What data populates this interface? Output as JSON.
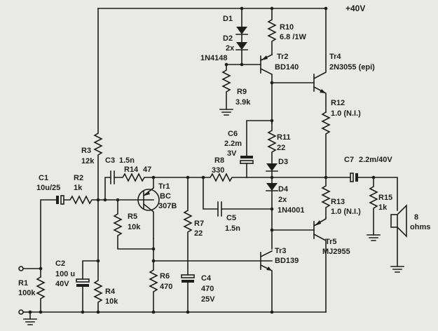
{
  "supply": "+40V",
  "parts": {
    "D1": {
      "ref": "D1"
    },
    "D2": {
      "ref": "D2",
      "qty": "2x",
      "type": "1N4148"
    },
    "R10": {
      "ref": "R10",
      "val": "6.8 /1W"
    },
    "Tr2": {
      "ref": "Tr2",
      "type": "BD140"
    },
    "Tr4": {
      "ref": "Tr4",
      "type": "2N3055 (epi)"
    },
    "R9": {
      "ref": "R9",
      "val": "3.9k"
    },
    "R12": {
      "ref": "R12",
      "val": "1.0 (N.I.)"
    },
    "C6": {
      "ref": "C6",
      "val1": "2.2m",
      "val2": "3V"
    },
    "R11": {
      "ref": "R11",
      "val": "22"
    },
    "D3": {
      "ref": "D3"
    },
    "R3": {
      "ref": "R3",
      "val": "12k"
    },
    "C3": {
      "ref": "C3",
      "val": "1.5n"
    },
    "R14": {
      "ref": "R14",
      "val": "47"
    },
    "R8": {
      "ref": "R8",
      "val": "330"
    },
    "C7": {
      "ref": "C7",
      "val": "2.2m/40V"
    },
    "C1": {
      "ref": "C1",
      "val": "10u/25"
    },
    "R2": {
      "ref": "R2",
      "val": "1k"
    },
    "Tr1": {
      "ref": "Tr1",
      "type1": "BC",
      "type2": "307B"
    },
    "D4": {
      "ref": "D4",
      "qty": "2x",
      "type": "1N4001"
    },
    "R13": {
      "ref": "R13",
      "val": "1.0 (N.I.)"
    },
    "R15": {
      "ref": "R15",
      "val": "1k"
    },
    "speaker": {
      "val1": "8",
      "val2": "ohms"
    },
    "R5": {
      "ref": "R5",
      "val": "10k"
    },
    "R7": {
      "ref": "R7",
      "val": "22"
    },
    "C5": {
      "ref": "C5",
      "val": "1.5n"
    },
    "Tr5": {
      "ref": "Tr5",
      "type": "MJ2955"
    },
    "Tr3": {
      "ref": "Tr3",
      "type": "BD139"
    },
    "C2": {
      "ref": "C2",
      "val1": "100 u",
      "val2": "40V"
    },
    "R1": {
      "ref": "R1",
      "val": "100k"
    },
    "R6": {
      "ref": "R6",
      "val": "470"
    },
    "C4": {
      "ref": "C4",
      "val1": "470",
      "val2": "25V"
    },
    "R4": {
      "ref": "R4",
      "val": "10k"
    }
  }
}
